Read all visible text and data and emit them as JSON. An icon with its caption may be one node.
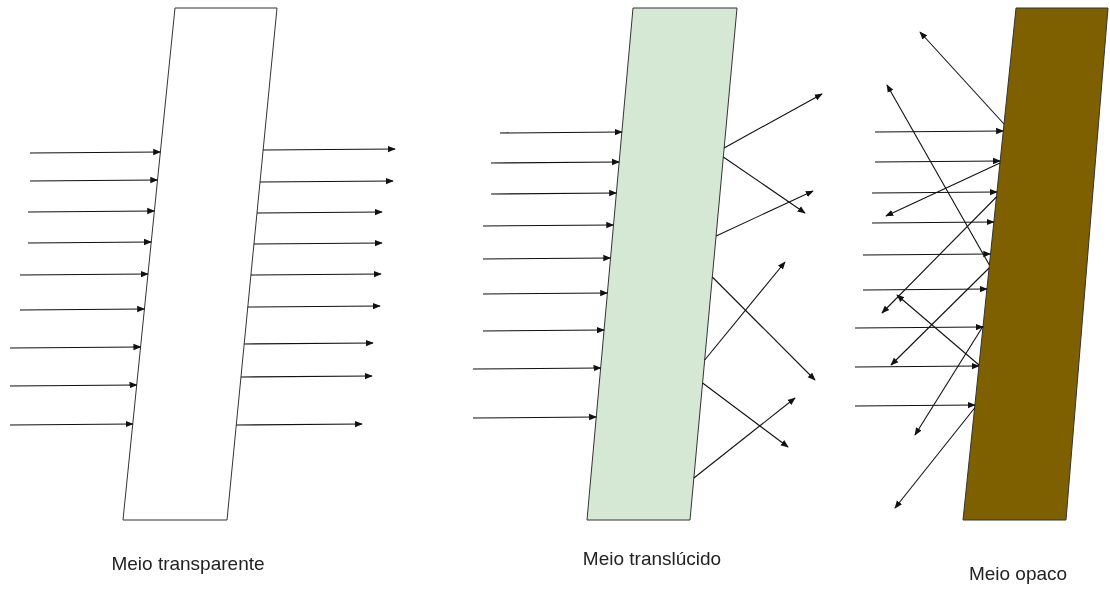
{
  "diagram": {
    "nodes": [
      {
        "text": [],
        "shape": "box",
        "beside": [
          "Meio transparente"
        ]
      },
      {
        "text": [],
        "shape": "box",
        "beside": [
          "Meio translúcido"
        ]
      },
      {
        "text": [],
        "shape": "box",
        "beside": [
          "Meio opaco"
        ]
      }
    ],
    "edges": [
      {
        "from": null,
        "to": 0,
        "arrow": "to"
      },
      {
        "from": null,
        "to": 0,
        "arrow": "to"
      },
      {
        "from": null,
        "to": 0,
        "arrow": "to"
      },
      {
        "from": null,
        "to": 0,
        "arrow": "to"
      },
      {
        "from": null,
        "to": 0,
        "arrow": "to"
      },
      {
        "from": null,
        "to": 0,
        "arrow": "to"
      },
      {
        "from": null,
        "to": 0,
        "arrow": "to"
      },
      {
        "from": null,
        "to": 0,
        "arrow": "to"
      },
      {
        "from": null,
        "to": 0,
        "arrow": "to"
      },
      {
        "from": 0,
        "to": null,
        "arrow": "to"
      },
      {
        "from": 0,
        "to": null,
        "arrow": "to"
      },
      {
        "from": 0,
        "to": null,
        "arrow": "to"
      },
      {
        "from": 0,
        "to": null,
        "arrow": "to"
      },
      {
        "from": 0,
        "to": null,
        "arrow": "to"
      },
      {
        "from": 0,
        "to": null,
        "arrow": "to"
      },
      {
        "from": 0,
        "to": null,
        "arrow": "to"
      },
      {
        "from": 0,
        "to": null,
        "arrow": "to"
      },
      {
        "from": 0,
        "to": null,
        "arrow": "to"
      },
      {
        "from": null,
        "to": 1,
        "arrow": "to"
      },
      {
        "from": null,
        "to": 1,
        "arrow": "to"
      },
      {
        "from": null,
        "to": 1,
        "arrow": "to"
      },
      {
        "from": null,
        "to": 1,
        "arrow": "to"
      },
      {
        "from": null,
        "to": 1,
        "arrow": "to"
      },
      {
        "from": null,
        "to": 1,
        "arrow": "to"
      },
      {
        "from": null,
        "to": 1,
        "arrow": "to"
      },
      {
        "from": null,
        "to": 1,
        "arrow": "to"
      },
      {
        "from": null,
        "to": 1,
        "arrow": "to"
      },
      {
        "from": 1,
        "to": null,
        "arrow": "to"
      },
      {
        "from": 1,
        "to": null,
        "arrow": "to"
      },
      {
        "from": 1,
        "to": null,
        "arrow": "to"
      },
      {
        "from": 1,
        "to": null,
        "arrow": "to"
      },
      {
        "from": 1,
        "to": null,
        "arrow": "to"
      },
      {
        "from": 1,
        "to": null,
        "arrow": "to"
      },
      {
        "from": 1,
        "to": null,
        "arrow": "to"
      },
      {
        "from": null,
        "to": 2,
        "arrow": "to"
      },
      {
        "from": null,
        "to": 2,
        "arrow": "to"
      },
      {
        "from": null,
        "to": 2,
        "arrow": "to"
      },
      {
        "from": null,
        "to": 2,
        "arrow": "to"
      },
      {
        "from": null,
        "to": 2,
        "arrow": "to"
      },
      {
        "from": null,
        "to": 2,
        "arrow": "to"
      },
      {
        "from": null,
        "to": 2,
        "arrow": "to"
      },
      {
        "from": null,
        "to": 2,
        "arrow": "to"
      },
      {
        "from": null,
        "to": 2,
        "arrow": "to"
      },
      {
        "from": 2,
        "to": null,
        "arrow": "to"
      },
      {
        "from": 2,
        "to": null,
        "arrow": "to"
      },
      {
        "from": 2,
        "to": null,
        "arrow": "to"
      },
      {
        "from": 2,
        "to": null,
        "arrow": "to"
      },
      {
        "from": 2,
        "to": null,
        "arrow": "to"
      },
      {
        "from": 2,
        "to": null,
        "arrow": "to"
      },
      {
        "from": 2,
        "to": null,
        "arrow": "to"
      },
      {
        "from": 2,
        "to": null,
        "arrow": "to"
      }
    ]
  }
}
